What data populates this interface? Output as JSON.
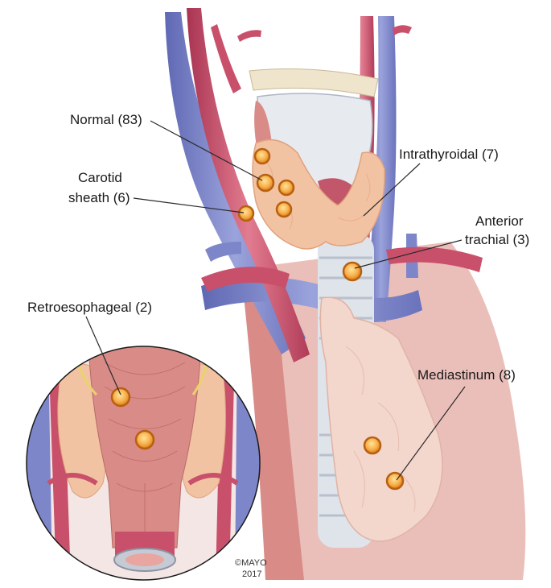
{
  "labels": {
    "normal": "Normal (83)",
    "carotid_line1": "Carotid",
    "carotid_line2": "sheath (6)",
    "intrathyroidal": "Intrathyroidal (7)",
    "anterior_line1": "Anterior",
    "anterior_line2": "trachial (3)",
    "retroesophageal": "Retroesophageal (2)",
    "mediastinum": "Mediastinum (8)"
  },
  "copyright": {
    "line1": "©MAYO",
    "line2": "2017"
  },
  "colors": {
    "vein": "#7d86c9",
    "artery": "#c9506a",
    "thyroid": "#f2c3a3",
    "thymus": "#f3d6cc",
    "muscle": "#d98b87",
    "nodule": "#f7b04a",
    "cartilage": "#e7ebf0"
  }
}
